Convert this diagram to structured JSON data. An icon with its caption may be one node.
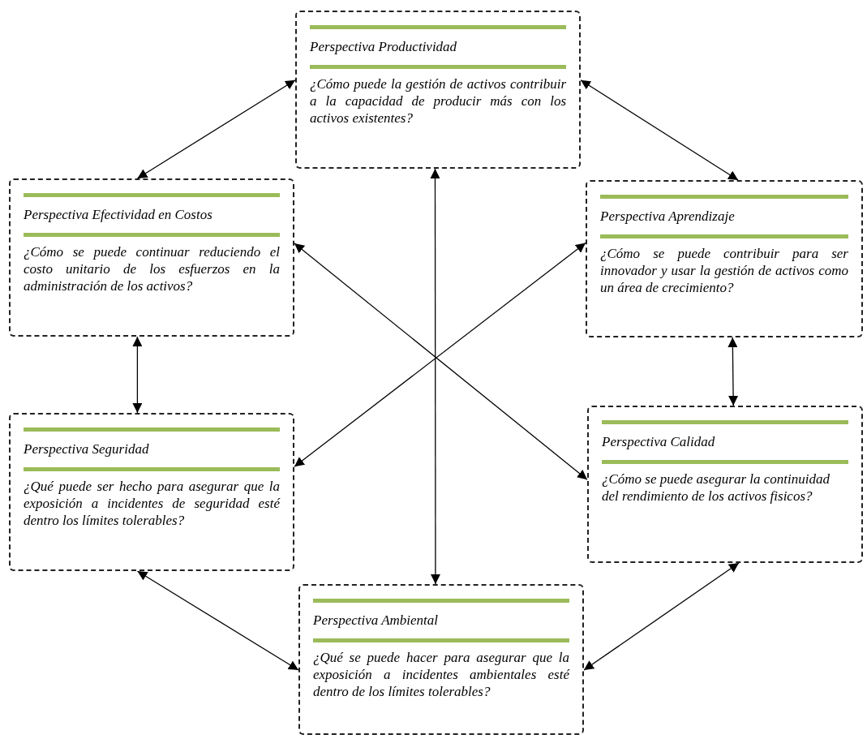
{
  "diagram": {
    "nodes": [
      {
        "text": [
          "Perspectiva Productividad",
          "¿Cómo puede la gestión de activos contribuir a la capacidad de producir más con los activos existentes?"
        ]
      },
      {
        "text": [
          "Perspectiva Efectividad en Costos",
          "¿Cómo se puede continuar reduciendo el costo unitario de los esfuerzos en la administración de los activos?"
        ]
      },
      {
        "text": [
          "Perspectiva Aprendizaje",
          "¿Cómo se puede contribuir para ser innovador y usar la gestión de activos como un área de crecimiento?"
        ]
      },
      {
        "text": [
          "Perspectiva Seguridad",
          "¿Qué puede ser hecho para asegurar que la exposición a incidentes de seguridad esté dentro los límites tolerables?"
        ]
      },
      {
        "text": [
          "Perspectiva Calidad",
          "¿Cómo se puede asegurar la continuidad del rendimiento de los activos fisicos?"
        ]
      },
      {
        "text": [
          "Perspectiva Ambiental",
          "¿Qué se puede hacer para asegurar que la exposición a incidentes ambientales esté dentro de los límites tolerables?"
        ]
      }
    ],
    "edges": [
      {
        "from": 0,
        "to": 1,
        "arrow": "both"
      },
      {
        "from": 0,
        "to": 2,
        "arrow": "both"
      },
      {
        "from": 1,
        "to": 3,
        "arrow": "both"
      },
      {
        "from": 2,
        "to": 4,
        "arrow": "both"
      },
      {
        "from": 3,
        "to": 5,
        "arrow": "both"
      },
      {
        "from": 4,
        "to": 5,
        "arrow": "both"
      },
      {
        "from": 0,
        "to": 5,
        "arrow": "both"
      },
      {
        "from": 1,
        "to": 4,
        "arrow": "both"
      },
      {
        "from": 2,
        "to": 3,
        "arrow": "both"
      }
    ]
  }
}
